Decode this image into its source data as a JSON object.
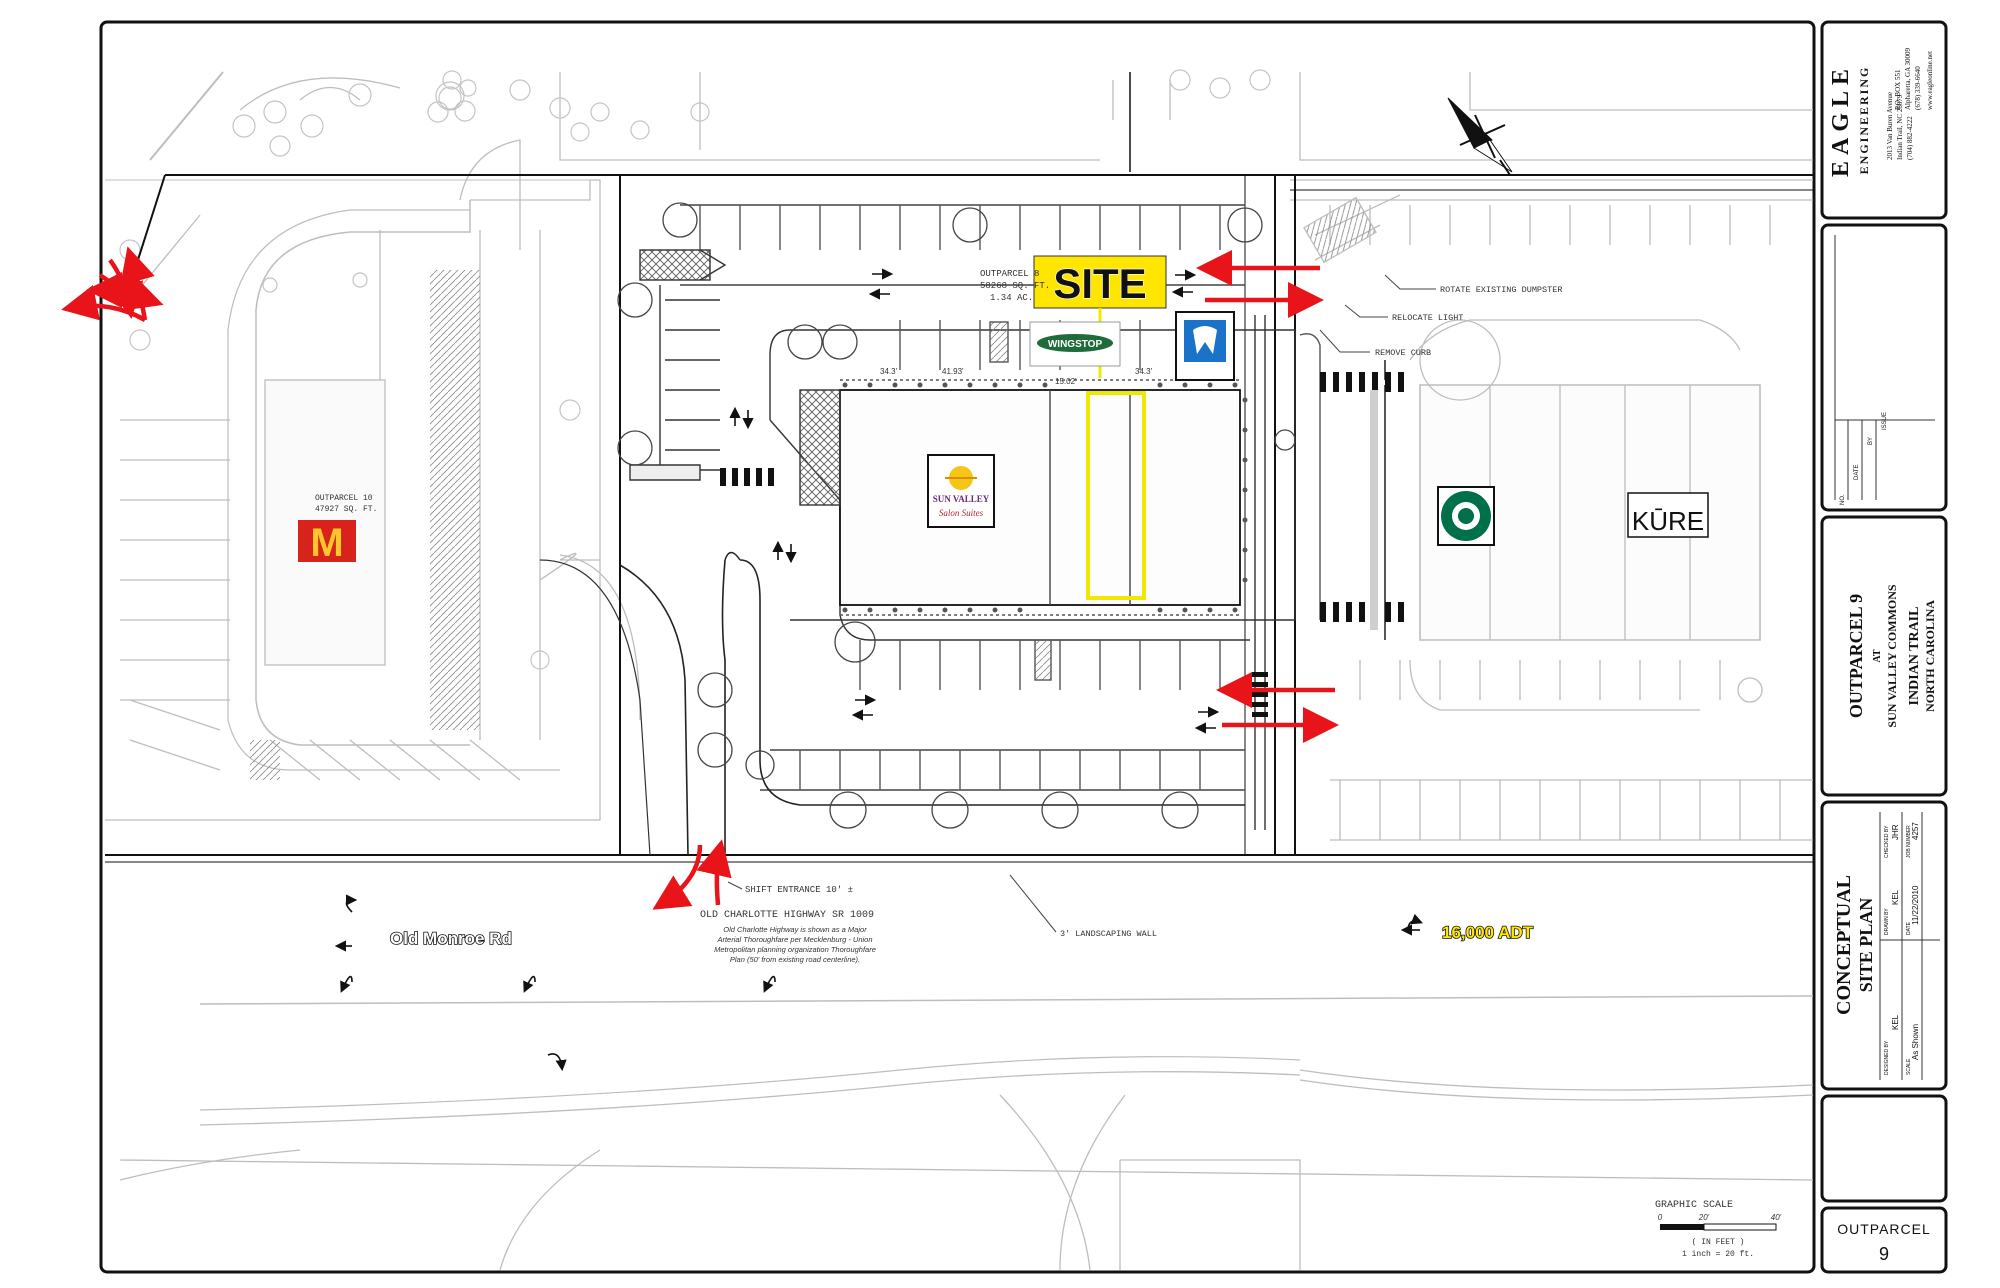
{
  "labels": {
    "site": "SITE",
    "outparcel_8_name": "OUTPARCEL 8",
    "outparcel_8_area_sqft": "58268 SQ. FT.",
    "outparcel_8_area_ac": "1.34 AC.",
    "outparcel_10_name": "OUTPARCEL 10",
    "outparcel_10_area": "47927 SQ. FT.",
    "rotate_dumpster": "ROTATE EXISTING DUMPSTER",
    "relocate_light": "RELOCATE LIGHT",
    "remove_curb": "REMOVE CURB",
    "shift_entrance": "SHIFT ENTRANCE 10' ±",
    "landscaping_wall": "3' LANDSCAPING WALL",
    "old_charlotte_highway": "OLD CHARLOTTE HIGHWAY     SR 1009",
    "highway_note_1": "Old Charlotte Highway is shown as a Major",
    "highway_note_2": "Arterial Thoroughfare per Mecklenburg - Union",
    "highway_note_3": "Metropolitan planning organization Thoroughfare",
    "highway_note_4": "Plan (50' from existing road centerline).",
    "old_monroe_rd": "Old Monroe Rd",
    "traffic_count": "16,000 ADT",
    "dim_1": "34.3'",
    "dim_2": "41.93'",
    "dim_3": "15.02'",
    "dim_4": "34.3'"
  },
  "tenants": {
    "mcdonalds": "M",
    "sun_valley_1": "SUN VALLEY",
    "sun_valley_2": "Salon Suites",
    "kure": "KŪRE",
    "wingstop": "WINGSTOP"
  },
  "scale": {
    "title": "GRAPHIC SCALE",
    "tick_0": "0",
    "tick_20": "20'",
    "tick_40": "40'",
    "unit_line": "( IN FEET )",
    "ratio_line": "1 inch =  20  ft."
  },
  "title_block": {
    "company_1": "EAGLE",
    "company_2": "ENGINEERING",
    "address_1": "2013 Van Buren Avenue",
    "address_2": "Indian Trail, NC 28079",
    "address_3": "(704) 882-4222",
    "address_4": "P.O. BOX 551",
    "address_5": "Alpharetta, GA 30009",
    "address_6": "(678) 339-6640",
    "address_7": "www.eagleonline.net",
    "revision_no": "NO.",
    "revision_date": "DATE",
    "revision_by": "BY",
    "revision_issue": "ISSUE",
    "project_line_1": "OUTPARCEL 9",
    "project_line_2": "AT",
    "project_line_3": "SUN VALLEY COMMONS",
    "project_line_4": "INDIAN TRAIL",
    "project_line_5": "NORTH CAROLINA",
    "sheet_title_1": "CONCEPTUAL",
    "sheet_title_2": "SITE PLAN",
    "designed_by_label": "DESIGNED BY",
    "designed_by": "KEL",
    "drawn_by_label": "DRAWN BY",
    "drawn_by": "KEL",
    "checked_by_label": "CHECKED BY",
    "checked_by": "JHR",
    "scale_label": "SCALE",
    "scale_value": "As Shown",
    "date_label": "DATE",
    "date_value": "11/22/2010",
    "job_number_label": "JOB NUMBER",
    "job_number": "4257",
    "sheet_1": "OUTPARCEL",
    "sheet_2": "9"
  },
  "colors": {
    "arrow_red": "#e8141a",
    "site_yellow": "#ffe600",
    "outline_yellow": "#f0e800",
    "line_dark": "#111111",
    "line_light": "#b4b4b4",
    "mcdonalds_red": "#d8231c",
    "mcdonalds_gold": "#ffc72c",
    "starbucks_green": "#00704a",
    "wingstop_green": "#1f6b3a",
    "dental_blue": "#1a73c9"
  }
}
